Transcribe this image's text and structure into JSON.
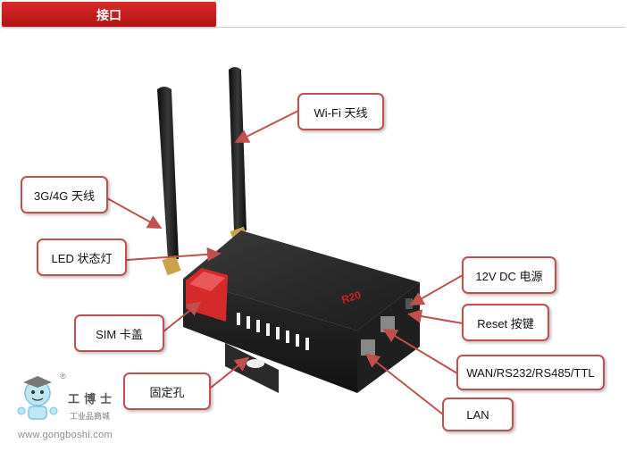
{
  "header": {
    "title": "接口"
  },
  "device": {
    "brand_text": "R20"
  },
  "callouts": {
    "wifi_antenna": "Wi-Fi 天线",
    "antenna_3g4g": "3G/4G 天线",
    "led": "LED 状态灯",
    "sim_cover": "SIM 卡盖",
    "mount_hole": "固定孔",
    "dc_power": "12V DC 电源",
    "reset_button": "Reset 按键",
    "wan_port": "WAN/RS232/RS485/TTL",
    "lan_port": "LAN"
  },
  "logo": {
    "brand": "工博士",
    "subtitle": "工业品商城",
    "registered": "®",
    "url": "www.gongboshi.com"
  },
  "colors": {
    "accent_red": "#c0504d",
    "header_red": "#c51f1f"
  }
}
